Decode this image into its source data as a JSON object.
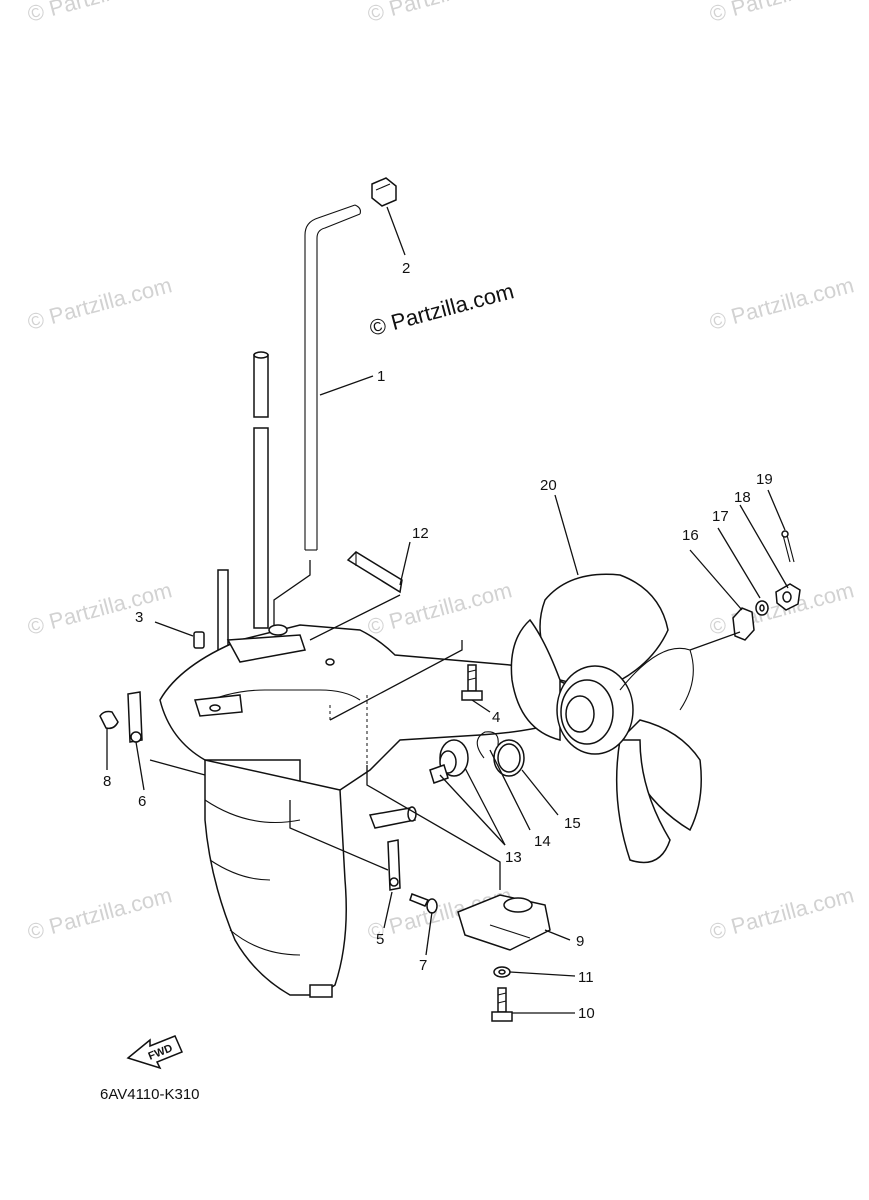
{
  "watermark": {
    "text": "© Partzilla.com"
  },
  "brand_mark": {
    "text": "© Partzilla.com"
  },
  "diagram_code": "6AV4110-K310",
  "fwd_arrow_label": "FWD",
  "callouts": [
    "1",
    "2",
    "3",
    "4",
    "5",
    "6",
    "7",
    "8",
    "9",
    "10",
    "11",
    "12",
    "13",
    "14",
    "15",
    "16",
    "17",
    "18",
    "19",
    "20"
  ]
}
